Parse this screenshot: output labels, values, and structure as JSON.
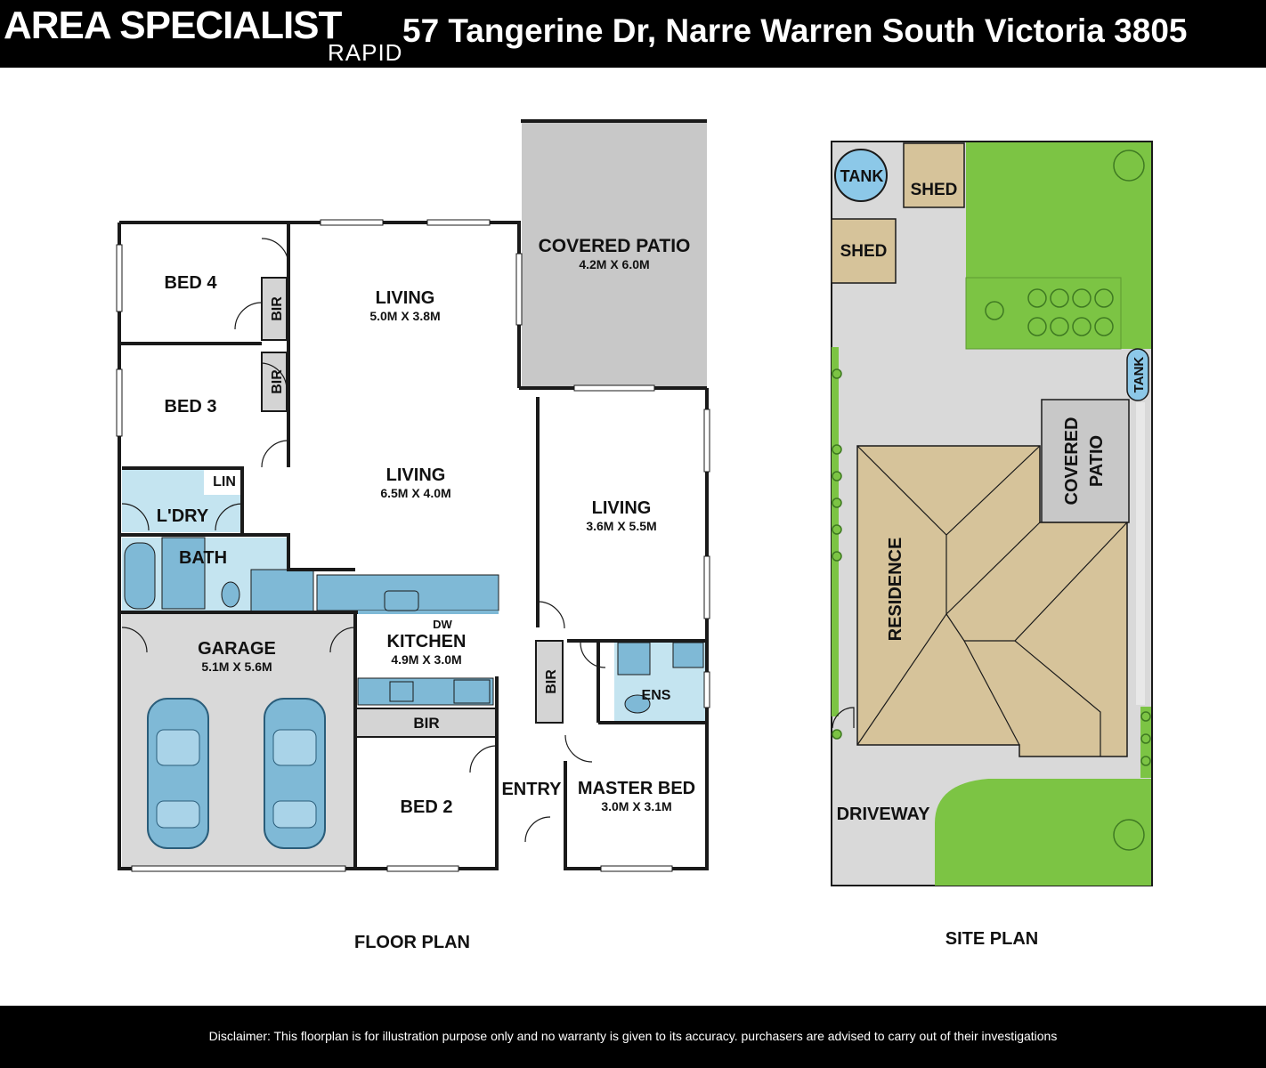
{
  "header": {
    "logo": "AREA SPECIALIST",
    "logo_sub": "RAPID",
    "address": "57 Tangerine Dr, Narre Warren South Victoria 3805"
  },
  "floor_plan": {
    "caption": "FLOOR PLAN",
    "rooms": {
      "covered_patio": {
        "name": "COVERED PATIO",
        "size": "4.2M X 6.0M"
      },
      "bed4": {
        "name": "BED 4"
      },
      "bir1": {
        "name": "BIR"
      },
      "bed3": {
        "name": "BED 3"
      },
      "bir2": {
        "name": "BIR"
      },
      "living1": {
        "name": "LIVING",
        "size": "5.0M X 3.8M"
      },
      "living2": {
        "name": "LIVING",
        "size": "6.5M X 4.0M"
      },
      "living3": {
        "name": "LIVING",
        "size": "3.6M X 5.5M"
      },
      "lin": {
        "name": "LIN"
      },
      "laundry": {
        "name": "L'DRY"
      },
      "bath": {
        "name": "BATH"
      },
      "garage": {
        "name": "GARAGE",
        "size": "5.1M X 5.6M"
      },
      "kitchen": {
        "name": "KITCHEN",
        "size": "4.9M X 3.0M",
        "dw": "DW"
      },
      "bir3": {
        "name": "BIR"
      },
      "bir4": {
        "name": "BIR"
      },
      "ens": {
        "name": "ENS"
      },
      "bed2": {
        "name": "BED 2"
      },
      "entry": {
        "name": "ENTRY"
      },
      "master": {
        "name": "MASTER BED",
        "size": "3.0M X 3.1M"
      }
    }
  },
  "site_plan": {
    "caption": "SITE PLAN",
    "labels": {
      "tank1": "TANK",
      "tank2": "TANK",
      "shed1": "SHED",
      "shed2": "SHED",
      "residence": "RESIDENCE",
      "covered": "COVERED",
      "patio": "PATIO",
      "driveway": "DRIVEWAY"
    }
  },
  "footer": {
    "disclaimer": "Disclaimer: This floorplan is for illustration purpose only and no warranty is given to its accuracy. purchasers are advised to carry out of their investigations"
  },
  "colors": {
    "wall": "#1a1a1a",
    "patio": "#c8c8c8",
    "wet_area": "#c4e4f0",
    "fixture": "#7fb9d6",
    "garage": "#d9d9d9",
    "lawn": "#7cc444",
    "roof": "#d6c39a",
    "paving": "#d9d9d9",
    "tank": "#8cc8e8"
  }
}
